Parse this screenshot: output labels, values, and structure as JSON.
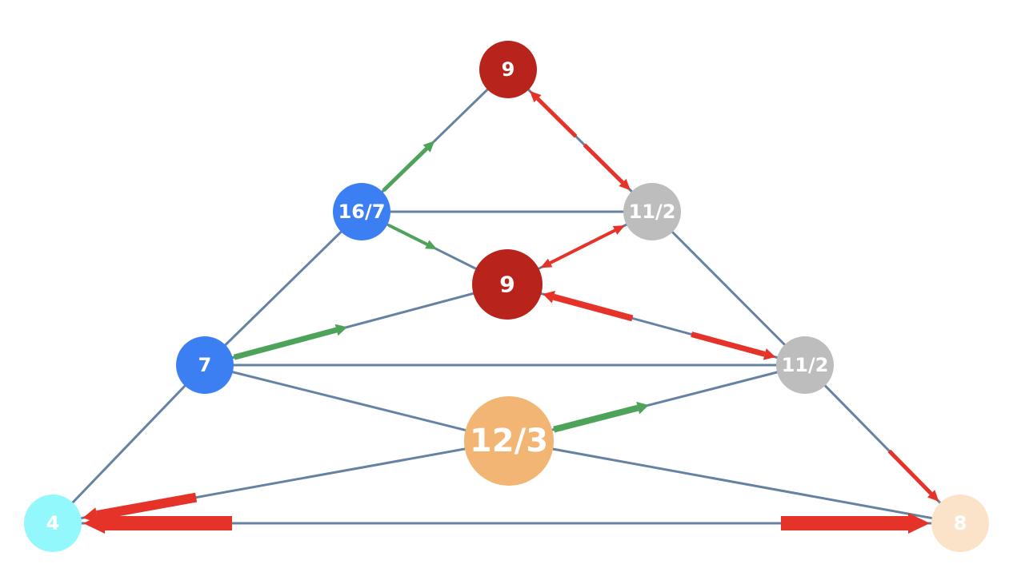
{
  "nodes": [
    {
      "id": "top",
      "label": "9",
      "color": "#b8241b"
    },
    {
      "id": "upper-left",
      "label": "16/7",
      "color": "#3b7ff2"
    },
    {
      "id": "upper-right",
      "label": "11/2",
      "color": "#bdbdbd"
    },
    {
      "id": "center-upper",
      "label": "9",
      "color": "#b8241b"
    },
    {
      "id": "mid-left",
      "label": "7",
      "color": "#3b7ff2"
    },
    {
      "id": "mid-right",
      "label": "11/2",
      "color": "#bdbdbd"
    },
    {
      "id": "center-lower",
      "label": "12/3",
      "color": "#f2b574"
    },
    {
      "id": "bottom-left",
      "label": "4",
      "color": "#92f8fb"
    },
    {
      "id": "bottom-right",
      "label": "8",
      "color": "#fbe3c9"
    }
  ],
  "edges": [
    [
      "top",
      "upper-left"
    ],
    [
      "top",
      "upper-right"
    ],
    [
      "upper-left",
      "upper-right"
    ],
    [
      "upper-left",
      "center-upper"
    ],
    [
      "center-upper",
      "upper-right"
    ],
    [
      "upper-left",
      "mid-left"
    ],
    [
      "upper-right",
      "mid-right"
    ],
    [
      "mid-left",
      "center-upper"
    ],
    [
      "center-upper",
      "mid-right"
    ],
    [
      "mid-left",
      "mid-right"
    ],
    [
      "mid-left",
      "center-lower"
    ],
    [
      "center-lower",
      "mid-right"
    ],
    [
      "mid-left",
      "bottom-left"
    ],
    [
      "mid-right",
      "bottom-right"
    ],
    [
      "center-lower",
      "bottom-left"
    ],
    [
      "center-lower",
      "bottom-right"
    ],
    [
      "bottom-left",
      "bottom-right"
    ]
  ],
  "flows": [
    {
      "from": "upper-left",
      "to": "top",
      "color": "#4ea35a",
      "weight": 5
    },
    {
      "from": "upper-left",
      "to": "center-upper",
      "color": "#4ea35a",
      "weight": 4
    },
    {
      "from": "mid-left",
      "to": "center-upper",
      "color": "#4ea35a",
      "weight": 7
    },
    {
      "from": "center-lower",
      "to": "mid-right",
      "color": "#4ea35a",
      "weight": 8
    },
    {
      "from": "upper-right",
      "to": "top",
      "color": "#e5332a",
      "weight": 5
    },
    {
      "from": "top",
      "to": "upper-right",
      "color": "#e5332a",
      "weight": 5
    },
    {
      "from": "center-upper",
      "to": "upper-right",
      "color": "#e5332a",
      "weight": 4
    },
    {
      "from": "upper-right",
      "to": "center-upper",
      "color": "#e5332a",
      "weight": 4
    },
    {
      "from": "mid-right",
      "to": "center-upper",
      "color": "#e5332a",
      "weight": 8
    },
    {
      "from": "center-upper",
      "to": "mid-right",
      "color": "#e5332a",
      "weight": 7
    },
    {
      "from": "mid-right",
      "to": "bottom-right",
      "color": "#e5332a",
      "weight": 5
    },
    {
      "from": "center-lower",
      "to": "bottom-left",
      "color": "#e5332a",
      "weight": 12
    },
    {
      "from": "bottom-right",
      "to": "bottom-left",
      "color": "#e5332a",
      "weight": 18
    },
    {
      "from": "bottom-left",
      "to": "bottom-right",
      "color": "#e5332a",
      "weight": 18
    }
  ]
}
